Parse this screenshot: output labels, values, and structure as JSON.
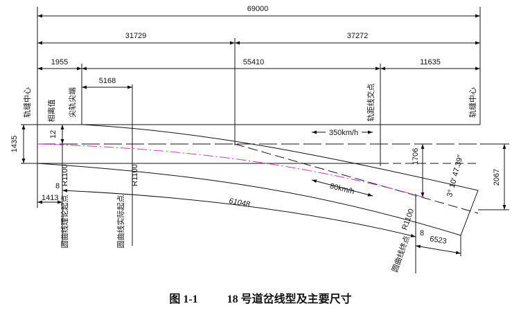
{
  "dimensions": {
    "overall": "69000",
    "front": "31729",
    "rear": "37272",
    "first_seg": "1955",
    "middle_seg": "55410",
    "last_seg": "11635",
    "actual_tip_offset": "5168",
    "track_gauge": "1435",
    "rail_gap": "12",
    "end_spacing_right": "1706",
    "end_spacing_far": "2067",
    "left_offset": "1413",
    "curve_length": "61048",
    "tail_length": "6523",
    "offset_8_left": "8",
    "offset_8_right": "8"
  },
  "labels": {
    "switch_center_left": "轨缝中心",
    "switch_center_right": "轨缝中心",
    "gap_value": "相离值",
    "actual_tip": "尖轨尖端",
    "gauge_cross": "轨距线交点",
    "radius_left": "R1100",
    "radius_mid": "R1100",
    "radius_right": "R1100",
    "curve_theory_start": "圆曲线理论起点",
    "curve_actual_start": "圆曲线实际起点",
    "curve_end": "圆曲线终点",
    "angle": "3° 10′ 47.39″"
  },
  "speeds": {
    "main": "350km/h",
    "diverging": "80km/h"
  },
  "caption": {
    "figure_no": "图 1-1",
    "title": "18 号道岔线型及主要尺寸"
  },
  "colors": {
    "line": "#111111",
    "centerline": "#c03ac0"
  }
}
